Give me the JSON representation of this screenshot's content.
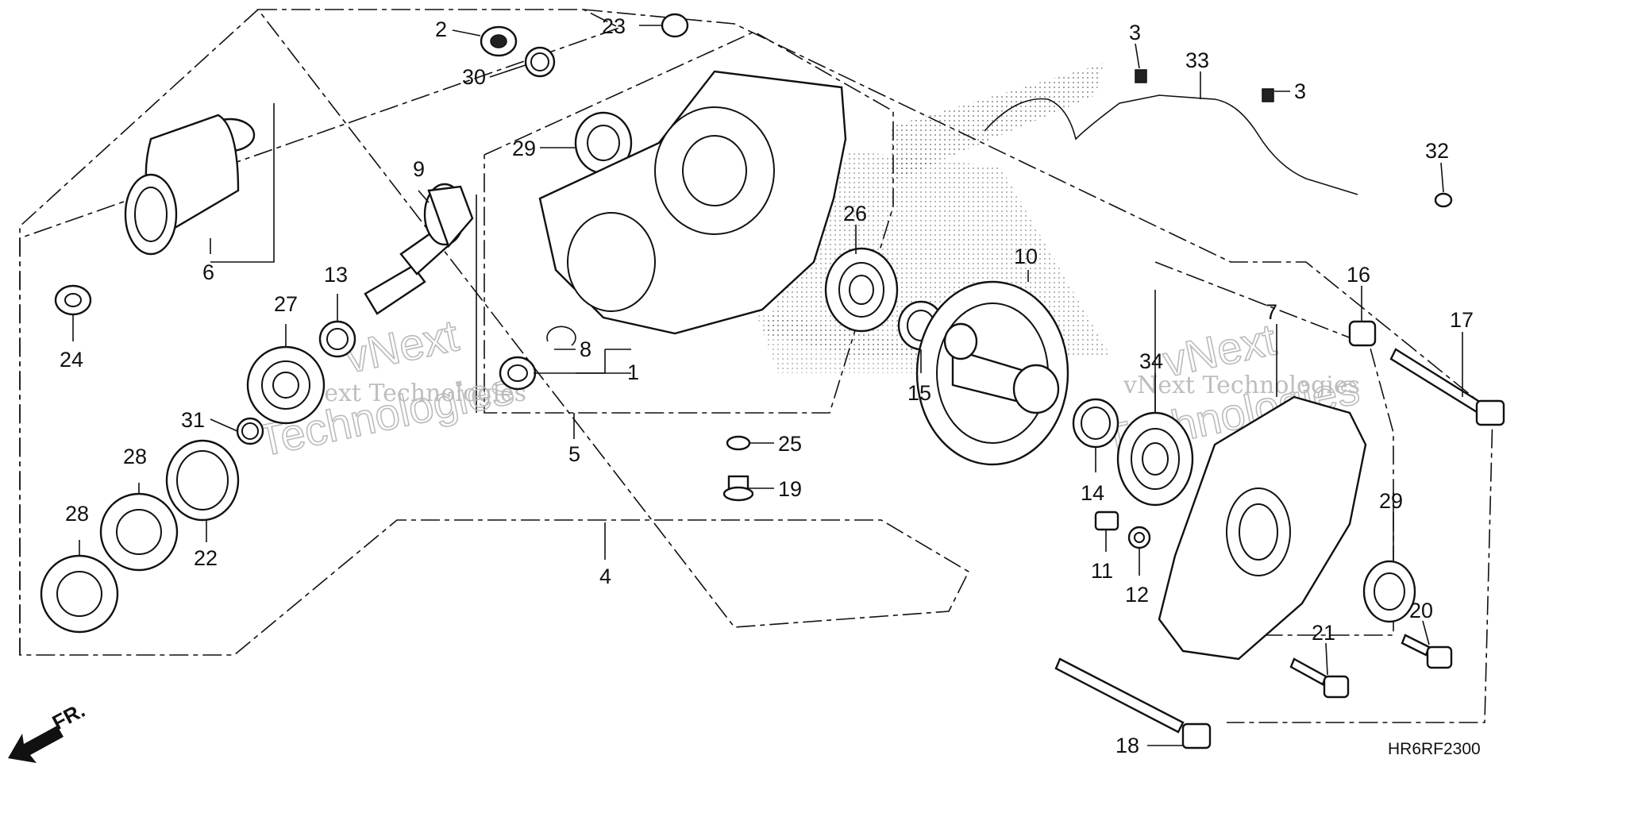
{
  "diagram_code": "HR6RF2300",
  "direction_label": "FR.",
  "watermark": {
    "line1": "vNext Technologies",
    "line2a": "vNext",
    "line2b": "Technologies"
  },
  "callouts": {
    "c1": "1",
    "c2": "2",
    "c3a": "3",
    "c3b": "3",
    "c4": "4",
    "c5": "5",
    "c6": "6",
    "c7": "7",
    "c8": "8",
    "c9": "9",
    "c10": "10",
    "c11": "11",
    "c12": "12",
    "c13": "13",
    "c14": "14",
    "c15": "15",
    "c16": "16",
    "c17": "17",
    "c18": "18",
    "c19": "19",
    "c20": "20",
    "c21": "21",
    "c22": "22",
    "c23": "23",
    "c24": "24",
    "c25": "25",
    "c26": "26",
    "c27": "27",
    "c28a": "28",
    "c28b": "28",
    "c29a": "29",
    "c29b": "29",
    "c30": "30",
    "c31": "31",
    "c32": "32",
    "c33": "33",
    "c34": "34"
  },
  "colors": {
    "ink": "#111111",
    "background": "#ffffff",
    "watermark": "#888888"
  }
}
